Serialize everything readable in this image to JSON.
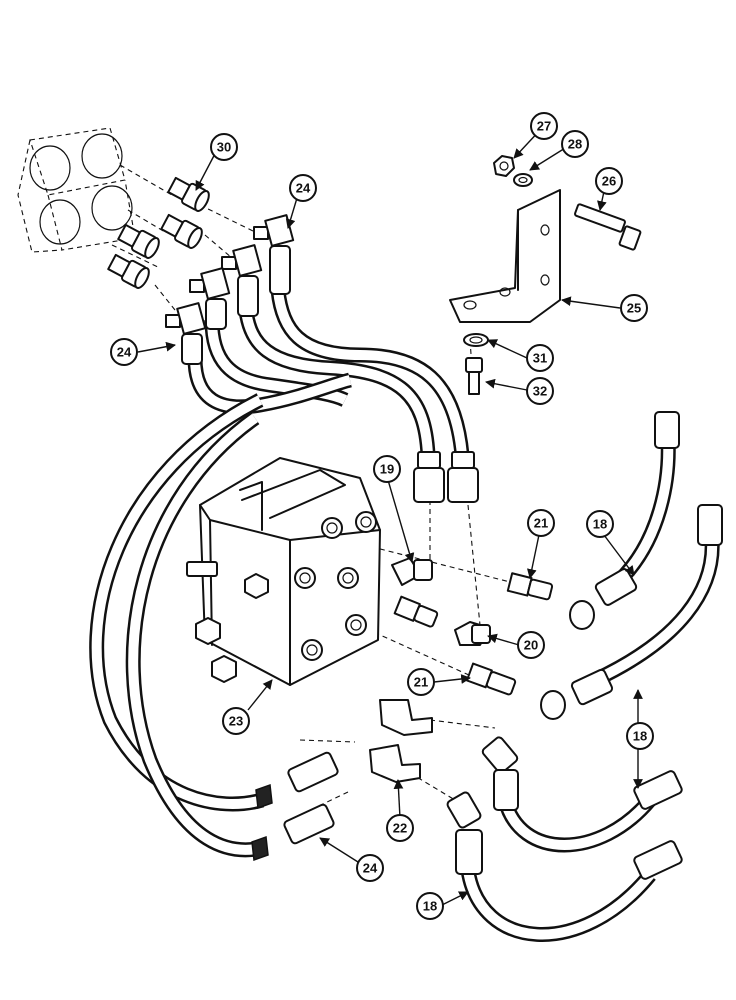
{
  "callouts": {
    "c18a": "18",
    "c18b": "18",
    "c18c": "18",
    "c19": "19",
    "c20": "20",
    "c21a": "21",
    "c21b": "21",
    "c22": "22",
    "c23": "23",
    "c24a": "24",
    "c24b": "24",
    "c24c": "24",
    "c25": "25",
    "c26": "26",
    "c27": "27",
    "c28": "28",
    "c30": "30",
    "c31": "31",
    "c32": "32"
  }
}
